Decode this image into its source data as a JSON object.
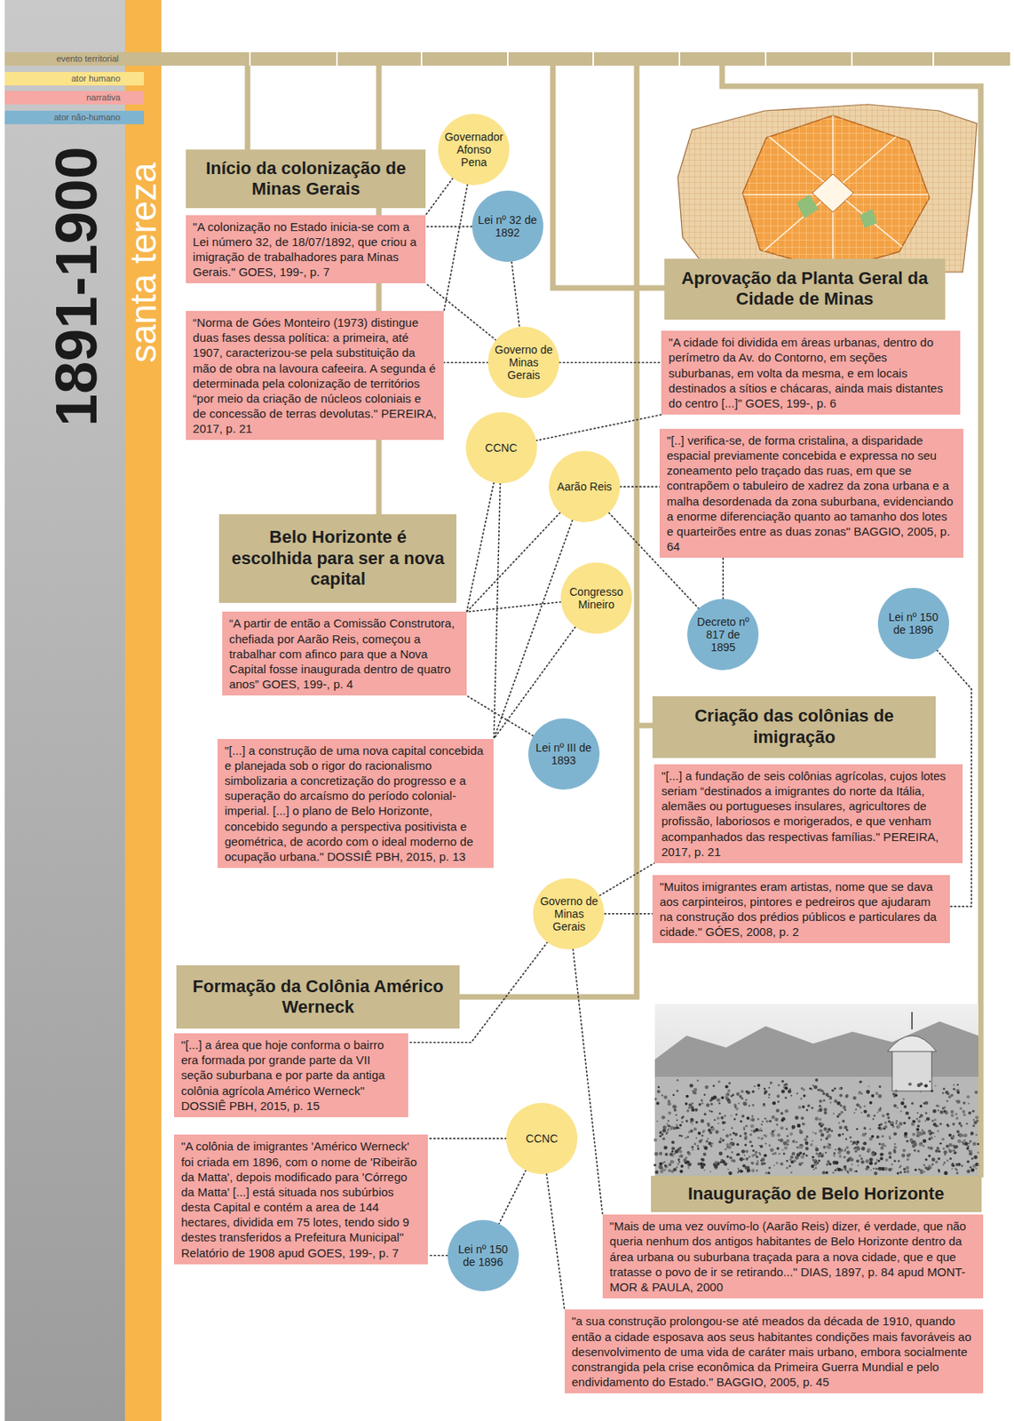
{
  "diagram": {
    "title": "1891-1900",
    "nodes": [
      {
        "text": [
          "Início da colonização de Minas Gerais"
        ]
      },
      {
        "text": [
          "\"A colonização no Estado inicia-se com a Lei número 32, de 18/07/1892, que criou a imigração de trabalhadores para Minas Gerais.\" GOES, 199-, p. 7"
        ]
      },
      {
        "text": [
          "“Norma de Góes Monteiro (1973) distingue duas fases dessa política: a primeira, até 1907, caracterizou-se pela substituição da mão de obra na lavoura cafeeira. A segunda é determinada pela colonização de territórios “por meio da criação de núcleos coloniais e de concessão de terras devolutas.\" PEREIRA, 2017, p. 21"
        ]
      },
      {
        "text": [
          "Governador Afonso Pena"
        ]
      },
      {
        "text": [
          "Lei nº 32 de 1892"
        ]
      },
      {
        "text": [
          "Governo de Minas Gerais"
        ]
      },
      {
        "text": [
          "CCNC"
        ]
      },
      {
        "text": [
          "Aarão Reis"
        ]
      },
      {
        "text": [
          "Congresso Mineiro"
        ]
      },
      {
        "text": [
          "Belo Horizonte é escolhida para ser a nova capital"
        ]
      },
      {
        "text": [
          "“A partir de então a Comissão Construtora, chefiada por Aarão Reis, começou a trabalhar com afinco para que a Nova Capital fosse inaugurada dentro de quatro anos” GOES, 199-, p. 4"
        ]
      },
      {
        "text": [
          "\"[...] a construção de uma nova capital concebida e planejada sob o rigor do racionalismo simbolizaria a concretização do progresso e a superação do arcaísmo do período colonial-imperial. [...] o plano de Belo Horizonte, concebido segundo a perspectiva positivista e geométrica, de acordo com o ideal moderno de ocupação urbana.\" DOSSIÊ PBH, 2015, p. 13"
        ]
      },
      {
        "text": [
          "Lei nº III de 1893"
        ]
      },
      {
        "text": [
          "Aprovação da Planta Geral da Cidade de Minas"
        ]
      },
      {
        "text": [
          "\"A cidade foi dividida em áreas urbanas, dentro do perímetro da Av. do Contorno, em seções suburbanas, em volta da mesma, e em locais destinados a sítios e chácaras, ainda mais distantes do centro [...]\" GOES, 199-, p. 6"
        ]
      },
      {
        "text": [
          "\"[..] verifica-se, de forma cristalina, a disparidade espacial previamente concebida e expressa no seu zoneamento pelo traçado das ruas, em que se contrapõem o tabuleiro de xadrez da zona urbana e a malha desordenada da zona suburbana, evidenciando a enorme diferenciação quanto ao tamanho dos lotes e quarteirões entre as duas zonas\" BAGGIO, 2005, p. 64"
        ]
      },
      {
        "text": [
          "Decreto nº 817 de 1895"
        ]
      },
      {
        "text": [
          "Lei nº 150 de 1896"
        ]
      },
      {
        "text": [
          "Criação das colônias de imigração"
        ]
      },
      {
        "text": [
          "\"[...] a fundação de seis colônias agrícolas, cujos lotes seriam “destinados a imigrantes do norte da Itália, alemães ou portugueses insulares, agricultores de profissão, laboriosos e morigerados, e que venham acompanhados das respectivas famílias.\" PEREIRA, 2017, p. 21"
        ]
      },
      {
        "text": [
          "\"Muitos imigrantes eram artistas, nome que se dava aos carpinteiros, pintores e pedreiros que ajudaram na construção dos prédios públicos e particulares da cidade.\" GÓES, 2008, p. 2"
        ]
      },
      {
        "text": [
          "Governo de Minas Gerais"
        ]
      },
      {
        "text": [
          "Formação da Colônia Américo Werneck"
        ]
      },
      {
        "text": [
          "\"[...] a área que hoje conforma o bairro era formada por grande parte da VII seção suburbana e por parte da antiga colônia agrícola Américo Werneck\" DOSSIÊ PBH, 2015, p. 15"
        ]
      },
      {
        "text": [
          "\"A colônia de imigrantes 'Américo Werneck' foi criada em 1896, com o nome de 'Ribeirão da Matta', depois modificado para 'Córrego da Matta' [...] está situada nos subúrbios desta Capital e contém a area de 144 hectares, dividida em 75 lotes, tendo sido 9 destes transferidos a Prefeitura Municipal\" Relatório de 1908 apud GOES, 199-, p. 7"
        ]
      },
      {
        "text": [
          "CCNC"
        ]
      },
      {
        "text": [
          "Lei nº 150 de 1896"
        ]
      },
      {
        "text": [
          "Inauguração de Belo Horizonte"
        ]
      },
      {
        "text": [
          "\"Mais de uma vez ouvímo-lo (Aarão Reis) dizer, é verdade, que não queria nenhum dos antigos habitantes de Belo Horizonte dentro da área urbana ou suburbana traçada para a nova cidade, que e que tratasse o povo de ir se retirando...\" DIAS, 1897, p. 84 apud MONT-MOR & PAULA, 2000"
        ]
      },
      {
        "text": [
          "\"a sua construção prolongou-se até meados da década de 1910, quando então a cidade esposava aos seus habitantes condições mais favoráveis ao desenvolvimento de uma vida de caráter mais urbano, embora socialmente constrangida pela crise econômica da Primeira Guerra Mundial e pelo endividamento do Estado.\" BAGGIO, 2005, p. 45"
        ]
      }
    ],
    "edges": [
      {
        "from": 3,
        "to": 1,
        "arrow": "none"
      },
      {
        "from": 3,
        "to": 2,
        "arrow": "none"
      },
      {
        "from": 4,
        "to": 1,
        "arrow": "none"
      },
      {
        "from": 4,
        "to": 5,
        "arrow": "none"
      },
      {
        "from": 5,
        "to": 1,
        "arrow": "none"
      },
      {
        "from": 5,
        "to": 2,
        "arrow": "none"
      },
      {
        "from": 5,
        "to": 14,
        "arrow": "none"
      },
      {
        "from": 6,
        "to": 14,
        "arrow": "none"
      },
      {
        "from": 6,
        "to": 10,
        "arrow": "none"
      },
      {
        "from": 6,
        "to": 11,
        "arrow": "none"
      },
      {
        "from": 7,
        "to": 15,
        "arrow": "none"
      },
      {
        "from": 7,
        "to": 16,
        "arrow": "none"
      },
      {
        "from": 7,
        "to": 10,
        "arrow": "none"
      },
      {
        "from": 7,
        "to": 11,
        "arrow": "none"
      },
      {
        "from": 8,
        "to": 10,
        "arrow": "none"
      },
      {
        "from": 8,
        "to": 11,
        "arrow": "none"
      },
      {
        "from": 12,
        "to": 10,
        "arrow": "none"
      },
      {
        "from": 16,
        "to": 15,
        "arrow": "none"
      },
      {
        "from": 17,
        "to": 20,
        "arrow": "none"
      },
      {
        "from": 21,
        "to": 19,
        "arrow": "none"
      },
      {
        "from": 21,
        "to": 20,
        "arrow": "none"
      },
      {
        "from": 21,
        "to": 23,
        "arrow": "none"
      },
      {
        "from": 21,
        "to": 28,
        "arrow": "none"
      },
      {
        "from": 25,
        "to": 24,
        "arrow": "none"
      },
      {
        "from": 25,
        "to": 29,
        "arrow": "none"
      },
      {
        "from": 25,
        "to": 26,
        "arrow": "none"
      },
      {
        "from": 26,
        "to": 24,
        "arrow": "none"
      }
    ],
    "labels": [
      "santa tereza"
    ],
    "legend": [
      {
        "text": "evento territorial",
        "color": "#c9ba8f"
      },
      {
        "text": "ator humano",
        "color": "#fbe38a"
      },
      {
        "text": "narrativa",
        "color": "#f5a8a4"
      },
      {
        "text": "ator não-humano",
        "color": "#7fb4d0"
      }
    ]
  }
}
